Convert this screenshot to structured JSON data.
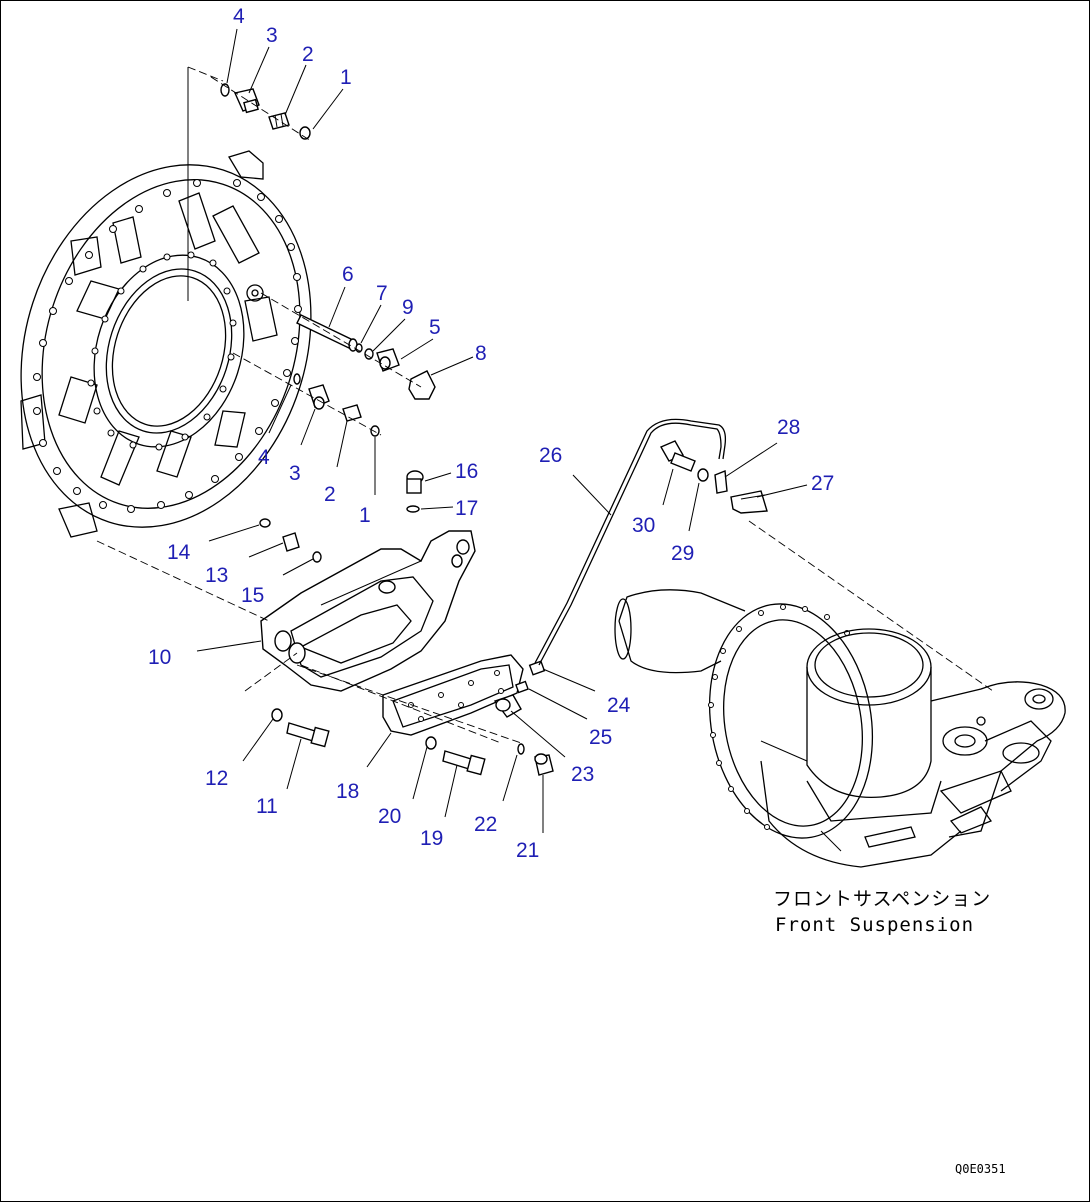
{
  "callouts": [
    {
      "id": "c4a",
      "label": "4"
    },
    {
      "id": "c3a",
      "label": "3"
    },
    {
      "id": "c2a",
      "label": "2"
    },
    {
      "id": "c1a",
      "label": "1"
    },
    {
      "id": "c6",
      "label": "6"
    },
    {
      "id": "c7",
      "label": "7"
    },
    {
      "id": "c9",
      "label": "9"
    },
    {
      "id": "c5",
      "label": "5"
    },
    {
      "id": "c8",
      "label": "8"
    },
    {
      "id": "c4b",
      "label": "4"
    },
    {
      "id": "c3b",
      "label": "3"
    },
    {
      "id": "c2b",
      "label": "2"
    },
    {
      "id": "c1b",
      "label": "1"
    },
    {
      "id": "c16",
      "label": "16"
    },
    {
      "id": "c17",
      "label": "17"
    },
    {
      "id": "c14",
      "label": "14"
    },
    {
      "id": "c13",
      "label": "13"
    },
    {
      "id": "c15",
      "label": "15"
    },
    {
      "id": "c10",
      "label": "10"
    },
    {
      "id": "c12",
      "label": "12"
    },
    {
      "id": "c11",
      "label": "11"
    },
    {
      "id": "c18",
      "label": "18"
    },
    {
      "id": "c20",
      "label": "20"
    },
    {
      "id": "c19",
      "label": "19"
    },
    {
      "id": "c22",
      "label": "22"
    },
    {
      "id": "c21",
      "label": "21"
    },
    {
      "id": "c23",
      "label": "23"
    },
    {
      "id": "c25",
      "label": "25"
    },
    {
      "id": "c24",
      "label": "24"
    },
    {
      "id": "c26",
      "label": "26"
    },
    {
      "id": "c28",
      "label": "28"
    },
    {
      "id": "c27",
      "label": "27"
    },
    {
      "id": "c30",
      "label": "30"
    },
    {
      "id": "c29",
      "label": "29"
    }
  ],
  "caption": {
    "japanese": "フロントサスペンション",
    "english": "Front Suspension"
  },
  "figure_id": "Q0E0351"
}
